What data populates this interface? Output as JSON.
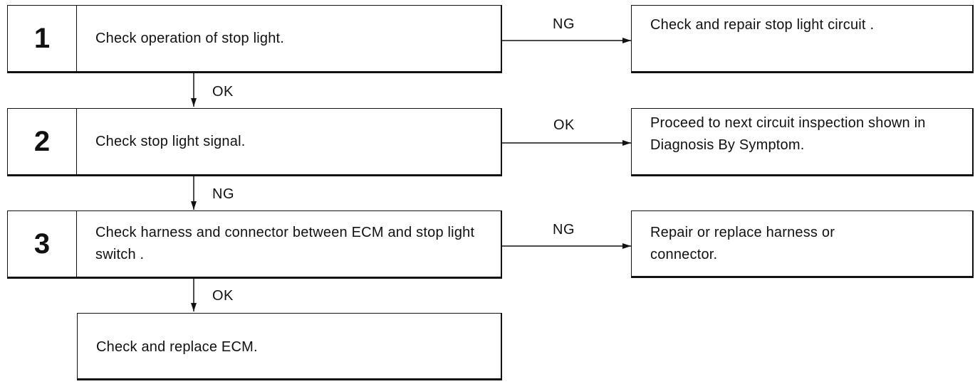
{
  "steps": [
    {
      "number": "1",
      "text": "Check operation of stop light."
    },
    {
      "number": "2",
      "text": "Check stop light signal."
    },
    {
      "number": "3",
      "text": "Check harness and connector between ECM and stop light switch ."
    }
  ],
  "final_step": {
    "text": "Check and replace ECM."
  },
  "results": [
    {
      "label": "NG",
      "text": "Check and repair stop light circuit ."
    },
    {
      "label": "OK",
      "text": "Proceed to next circuit inspection shown in Diagnosis By Symptom."
    },
    {
      "label": "NG",
      "text": "Repair or replace harness or connector."
    }
  ],
  "down_labels": [
    "OK",
    "NG",
    "OK"
  ]
}
